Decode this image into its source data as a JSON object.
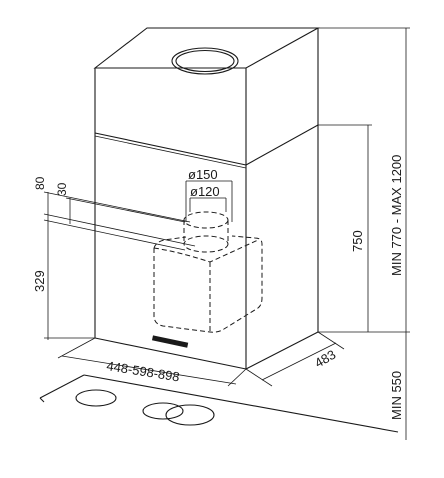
{
  "dimensions": {
    "outlet_outer": "ø150",
    "outlet_inner": "ø120",
    "offset_80": "80",
    "offset_30": "30",
    "height_329": "329",
    "body_height": "750",
    "total_height": "MIN 770 - MAX 1200",
    "depth": "483",
    "widths": "448-598-898",
    "hob_clearance": "MIN 550"
  }
}
